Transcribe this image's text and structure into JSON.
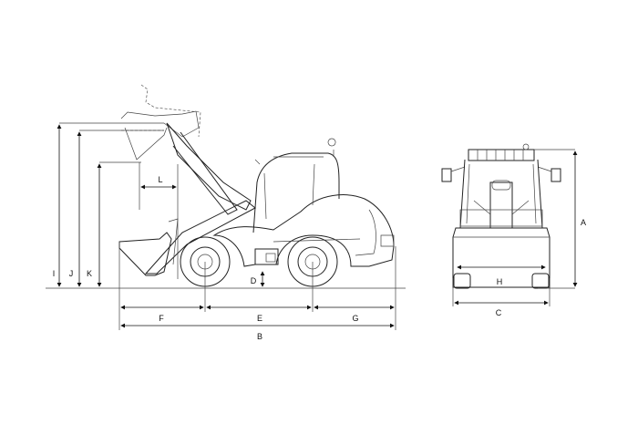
{
  "diagram": {
    "side_view_labels": {
      "I": "I",
      "J": "J",
      "K": "K",
      "L": "L",
      "D": "D",
      "F": "F",
      "E": "E",
      "G": "G",
      "B": "B"
    },
    "front_view_labels": {
      "A": "A",
      "H": "H",
      "C": "C"
    }
  }
}
